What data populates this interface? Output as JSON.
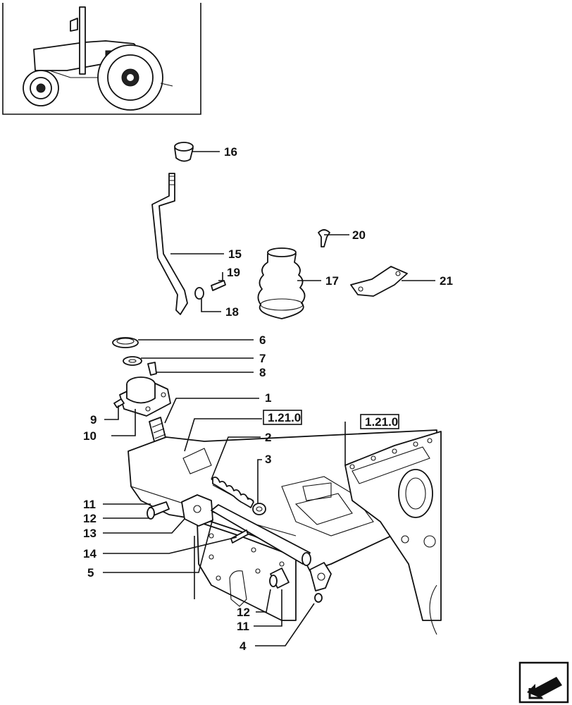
{
  "callouts": [
    {
      "id": "1",
      "label": "1"
    },
    {
      "id": "2",
      "label": "2"
    },
    {
      "id": "3",
      "label": "3"
    },
    {
      "id": "4",
      "label": "4"
    },
    {
      "id": "5",
      "label": "5"
    },
    {
      "id": "6",
      "label": "6"
    },
    {
      "id": "7",
      "label": "7"
    },
    {
      "id": "8",
      "label": "8"
    },
    {
      "id": "9",
      "label": "9"
    },
    {
      "id": "10",
      "label": "10"
    },
    {
      "id": "11a",
      "label": "11"
    },
    {
      "id": "12a",
      "label": "12"
    },
    {
      "id": "13",
      "label": "13"
    },
    {
      "id": "14",
      "label": "14"
    },
    {
      "id": "15",
      "label": "15"
    },
    {
      "id": "16",
      "label": "16"
    },
    {
      "id": "17",
      "label": "17"
    },
    {
      "id": "18",
      "label": "18"
    },
    {
      "id": "19",
      "label": "19"
    },
    {
      "id": "20",
      "label": "20"
    },
    {
      "id": "21",
      "label": "21"
    },
    {
      "id": "12b",
      "label": "12"
    },
    {
      "id": "11b",
      "label": "11"
    }
  ],
  "references": [
    {
      "id": "ref-a",
      "label": "1.21.0"
    },
    {
      "id": "ref-b",
      "label": "1.21.0"
    }
  ],
  "icons": {
    "thumbnail": "tractor-thumbnail-icon",
    "navigation": "next-page-arrow-icon"
  }
}
